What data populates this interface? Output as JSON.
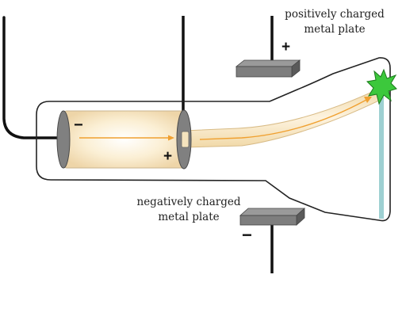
{
  "labels": {
    "positive_plate_line1": "positively charged",
    "positive_plate_line2": "metal plate",
    "negative_plate_line1": "negatively charged",
    "negative_plate_line2": "metal plate"
  },
  "signs": {
    "cathode": "−",
    "anode": "+",
    "positive_plate": "+",
    "negative_plate": "−"
  },
  "colors": {
    "tube_outline": "#222222",
    "electrode": "#808080",
    "plate_top": "#8a8a8a",
    "plate_side": "#5a5a5a",
    "beam": "#f6e2b8",
    "beam_arrow": "#f0a030",
    "screen": "#9ed0d2",
    "flash": "#3cc83c",
    "wire": "#111111"
  }
}
